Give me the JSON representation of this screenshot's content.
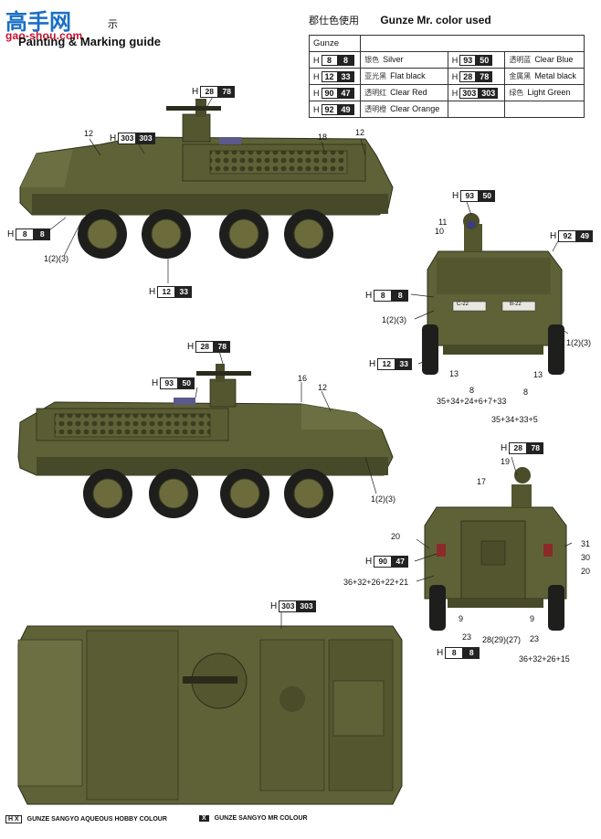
{
  "header": {
    "logo_text": "高手网",
    "logo_url": "gao-shou.com",
    "partial_cn": "示",
    "guide_title": "Painting & Marking guide",
    "color_heading_cn": "郡仕色使用",
    "color_heading_en": "Gunze Mr. color used"
  },
  "color_table": {
    "header": "Gunze",
    "rows": [
      [
        {
          "h": "H",
          "n1": "8",
          "n2": "8",
          "cn": "银色",
          "en": "Silver"
        },
        {
          "h": "H",
          "n1": "93",
          "n2": "50",
          "cn": "透明蓝",
          "en": "Clear Blue"
        }
      ],
      [
        {
          "h": "H",
          "n1": "12",
          "n2": "33",
          "cn": "亚光黑",
          "en": "Flat black"
        },
        {
          "h": "H",
          "n1": "28",
          "n2": "78",
          "cn": "金属黑",
          "en": "Metal black"
        }
      ],
      [
        {
          "h": "H",
          "n1": "90",
          "n2": "47",
          "cn": "透明红",
          "en": "Clear Red"
        },
        {
          "h": "H",
          "n1": "303",
          "n2": "303",
          "cn": "绿色",
          "en": "Light Green"
        }
      ],
      [
        {
          "h": "H",
          "n1": "92",
          "n2": "49",
          "cn": "透明橙",
          "en": "Clear Orange"
        },
        null
      ]
    ]
  },
  "callouts": {
    "c1": {
      "h": "H",
      "n1": "28",
      "n2": "78"
    },
    "c2": {
      "h": "H",
      "n1": "303",
      "n2": "303"
    },
    "c3": {
      "h": "H",
      "n1": "8",
      "n2": "8"
    },
    "c4": {
      "h": "H",
      "n1": "12",
      "n2": "33"
    },
    "c5": {
      "h": "H",
      "n1": "93",
      "n2": "50"
    },
    "c6": {
      "h": "H",
      "n1": "92",
      "n2": "49"
    },
    "c7": {
      "h": "H",
      "n1": "8",
      "n2": "8"
    },
    "c8": {
      "h": "H",
      "n1": "12",
      "n2": "33"
    },
    "c9": {
      "h": "H",
      "n1": "28",
      "n2": "78"
    },
    "c10": {
      "h": "H",
      "n1": "93",
      "n2": "50"
    },
    "c11": {
      "h": "H",
      "n1": "28",
      "n2": "78"
    },
    "c12": {
      "h": "H",
      "n1": "90",
      "n2": "47"
    },
    "c13": {
      "h": "H",
      "n1": "303",
      "n2": "303"
    },
    "c14": {
      "h": "H",
      "n1": "8",
      "n2": "8"
    }
  },
  "labels": {
    "l12a": "12",
    "l18": "18",
    "l12b": "12",
    "l1a": "1(2)(3)",
    "l11": "11",
    "l10": "10",
    "l1b": "1(2)(3)",
    "l1c": "1(2)(3)",
    "l13a": "13",
    "l8a": "8",
    "l8b": "8",
    "l13b": "13",
    "lsum1": "35+34+24+6+7+33",
    "lsum2": "35+34+33+5",
    "l16": "16",
    "l12c": "12",
    "l1d": "1(2)(3)",
    "l19": "19",
    "l17": "17",
    "l20a": "20",
    "l31": "31",
    "l30": "30",
    "l20b": "20",
    "lsum3": "36+32+26+22+21",
    "l9a": "9",
    "l9b": "9",
    "l23a": "23",
    "l28": "28(29)(27)",
    "l23b": "23",
    "lsum4": "36+32+26+15",
    "plate1": "C-22",
    "plate2": "B-22"
  },
  "footer": {
    "legend1_box": "H X",
    "legend1_text": "GUNZE SANGYO AQUEOUS HOBBY COLOUR",
    "legend2_box": "X",
    "legend2_text": "GUNZE SANGYO MR COLOUR"
  },
  "colors": {
    "hull": "#5f6237",
    "hull_dark": "#474a29",
    "hull_light": "#7a7d4c",
    "tire": "#1e1e1c",
    "wheel": "#6b6b3c",
    "logo_blue": "#1a6fc4",
    "logo_red": "#c8102e"
  }
}
